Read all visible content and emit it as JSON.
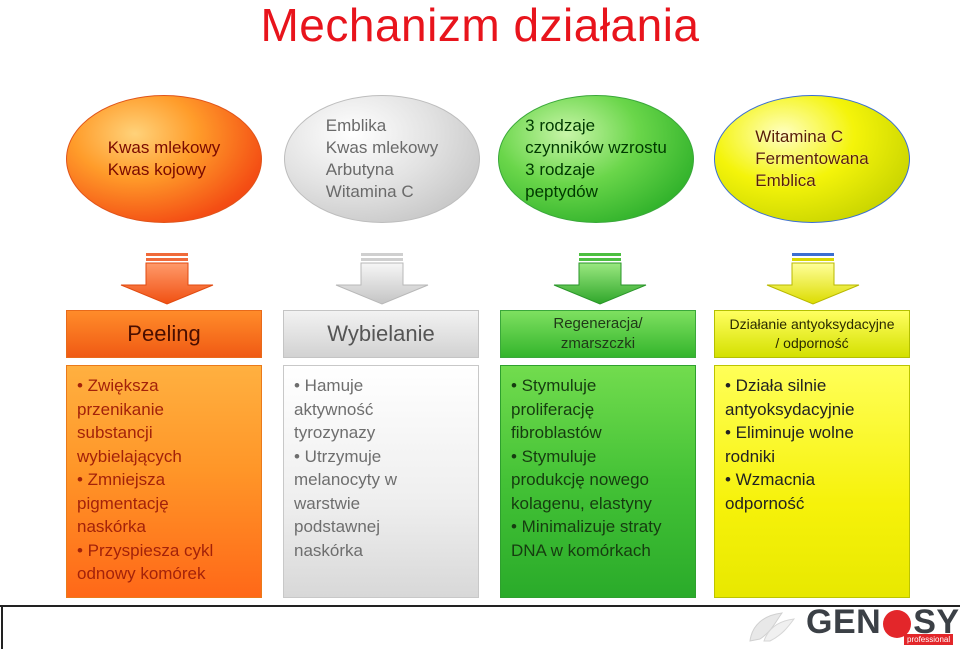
{
  "title": "Mechanizm działania",
  "columns": [
    {
      "ingredients": [
        "Kwas mlekowy",
        "Kwas kojowy"
      ],
      "header": "Peeling",
      "bullets": [
        "• Zwiększa",
        "przenikanie",
        "substancji",
        "wybielających",
        "• Zmniejsza",
        "pigmentację",
        "naskórka",
        "• Przyspiesza cykl",
        "odnowy komórek"
      ]
    },
    {
      "ingredients": [
        "Emblika",
        "Kwas mlekowy",
        "Arbutyna",
        "Witamina C"
      ],
      "header": "Wybielanie",
      "bullets": [
        "• Hamuje",
        "aktywność",
        "tyrozynazy",
        "• Utrzymuje",
        "melanocyty w",
        "warstwie",
        "podstawnej",
        "naskórka"
      ]
    },
    {
      "ingredients": [
        "3 rodzaje",
        "czynników wzrostu",
        "3 rodzaje",
        "peptydów"
      ],
      "header_lines": [
        "Regeneracja/",
        "zmarszczki"
      ],
      "bullets": [
        "• Stymuluje",
        "proliferację",
        "fibroblastów",
        "• Stymuluje",
        "produkcję nowego",
        "kolagenu, elastyny",
        "• Minimalizuje straty",
        "DNA w komórkach"
      ]
    },
    {
      "ingredients": [
        "Witamina C",
        "Fermentowana",
        "Emblica"
      ],
      "header_lines": [
        "Działanie antyoksydacyjne",
        "/ odporność"
      ],
      "bullets": [
        "• Działa silnie",
        "antyoksydacyjnie",
        "• Eliminuje wolne",
        "rodniki",
        "• Wzmacnia",
        "odporność"
      ]
    }
  ],
  "logo": {
    "part1": "GEN",
    "part2": "SYS",
    "sub": "professional"
  },
  "colors": {
    "title": "#e8141c",
    "orange": "#ff6818",
    "gray": "#d8d8d8",
    "green": "#2aab2a",
    "yellow": "#f6f20a",
    "brand_red": "#e3262a"
  },
  "icons": [
    "down-arrow-icon",
    "genosys-leaf-icon"
  ]
}
